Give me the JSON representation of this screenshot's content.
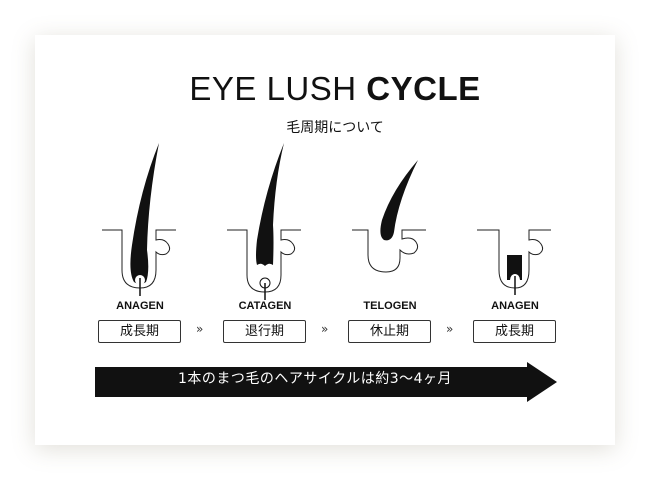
{
  "title": {
    "light": "EYE LUSH ",
    "bold": "CYCLE"
  },
  "subtitle": "毛周期について",
  "stages": [
    {
      "name": "ANAGEN",
      "label": "成長期"
    },
    {
      "name": "CATAGEN",
      "label": "退行期"
    },
    {
      "name": "TELOGEN",
      "label": "休止期"
    },
    {
      "name": "ANAGEN",
      "label": "成長期"
    }
  ],
  "separator": "»",
  "banner": "1本のまつ毛のヘアサイクルは約3〜4ヶ月"
}
